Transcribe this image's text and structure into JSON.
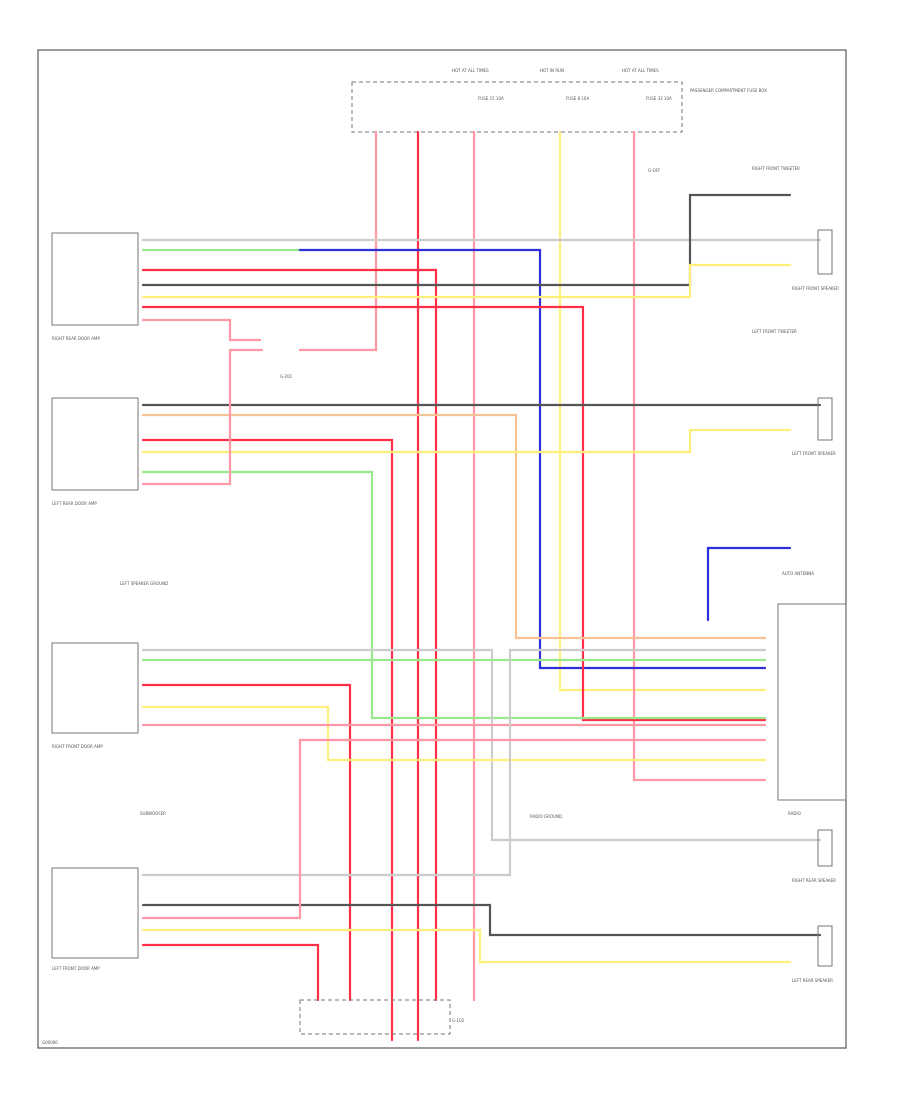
{
  "colors": {
    "red": "#ff2f47",
    "pink": "#ff98a4",
    "yellow": "#ffef7a",
    "green": "#9be88c",
    "blue": "#2f2fd8",
    "orange": "#f7c295",
    "gray": "#cccccc",
    "black": "#555555"
  },
  "texts": {
    "fuse_a_title": "HOT AT ALL TIMES",
    "fuse_b_title": "HOT IN RUN",
    "fuse_c_title": "HOT AT ALL TIMES",
    "fuse_a_label": "FUSE 15 10A",
    "fuse_b_label": "FUSE 8 10A",
    "fuse_c_label": "FUSE 33 10A",
    "fuse_box_label": "PASSENGER COMPARTMENT FUSE BOX",
    "relay_note": "G-OFF",
    "front_speaker_right_note": "RIGHT FRONT TWEETER",
    "front_speaker_right_label": "RIGHT FRONT SPEAKER",
    "front_speaker_left_note": "LEFT FRONT TWEETER",
    "front_speaker_left_label": "LEFT FRONT SPEAKER",
    "right_rear_amp_label": "RIGHT REAR DOOR AMP",
    "left_rear_amp_label": "LEFT REAR DOOR AMP",
    "right_door_label": "RIGHT FRONT DOOR AMP",
    "left_door_label": "LEFT FRONT DOOR AMP",
    "mid_connector_label": "G-201",
    "left_speaker_ground_label": "LEFT SPEAKER GROUND",
    "radio_ground_label": "RADIO GROUND",
    "antenna_label": "AUTO ANTENNA",
    "radio_label": "RADIO",
    "subwoofer_note": "SUBWOOFER",
    "bottom_right_a_label": "RIGHT REAR SPEAKER",
    "bottom_right_b_label": "LEFT REAR SPEAKER",
    "ground_label": "G-102",
    "corner_code": "G00000"
  }
}
